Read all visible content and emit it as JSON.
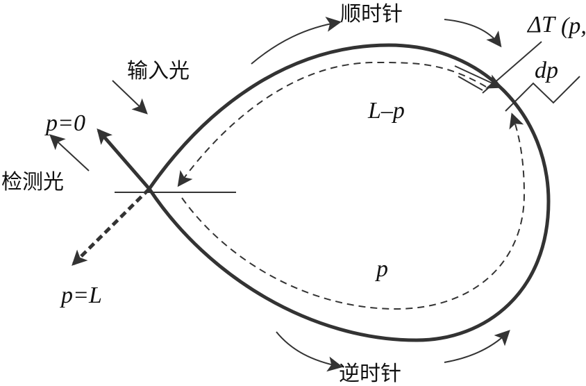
{
  "labels": {
    "clockwise": "顺时针",
    "counterclockwise": "逆时针",
    "input_light": "输入光",
    "detect_light": "检测光",
    "p_zero": "p=0",
    "p_L": "p=L",
    "L_minus_p": "L–p",
    "p": "p",
    "dp": "dp",
    "delta_T": "ΔT",
    "delta_T_sub": "(p,t)"
  },
  "colors": {
    "line": "#333333"
  }
}
